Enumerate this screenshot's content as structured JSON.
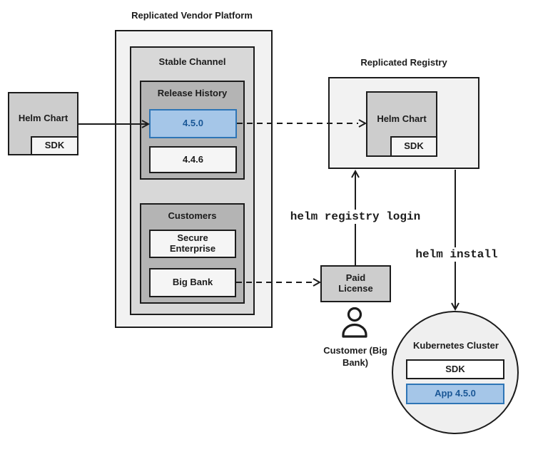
{
  "colors": {
    "highlight_fill": "#a5c6e8",
    "highlight_border": "#2e75b6",
    "highlight_text": "#1a5796",
    "panel_outer": "#f2f2f2",
    "panel_mid": "#d8d8d8",
    "panel_dark": "#b4b4b4",
    "node_gray": "#cdcdcd",
    "node_light": "#f5f5f5",
    "line_black": "#1c1c1c"
  },
  "icons": {
    "customer": "person-icon"
  },
  "platform": {
    "title": "Replicated Vendor Platform",
    "stable_channel": {
      "label": "Stable Channel",
      "release_history": {
        "label": "Release History",
        "releases": [
          {
            "version": "4.5.0",
            "highlighted": true
          },
          {
            "version": "4.4.6",
            "highlighted": false
          }
        ]
      },
      "customers": {
        "label": "Customers",
        "items": [
          "Secure Enterprise",
          "Big Bank"
        ]
      }
    }
  },
  "helm_chart_source": {
    "label": "Helm Chart",
    "sdk_label": "SDK"
  },
  "registry": {
    "title": "Replicated Registry",
    "helm_chart": {
      "label": "Helm Chart",
      "sdk_label": "SDK"
    }
  },
  "commands": {
    "registry_login": "helm registry login",
    "install": "helm install"
  },
  "paid_license": {
    "label": "Paid License"
  },
  "customer": {
    "label": "Customer (Big Bank)"
  },
  "cluster": {
    "title": "Kubernetes Cluster",
    "sdk_label": "SDK",
    "app_label": "App 4.5.0"
  }
}
